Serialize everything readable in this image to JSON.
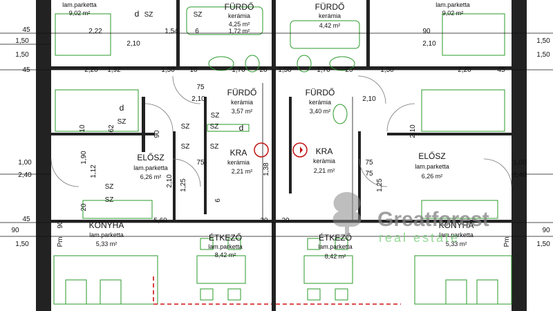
{
  "plan": {
    "rooms": [
      {
        "name": "FÜRDŐ",
        "floor": "kerámia",
        "area": "4,25 m²"
      },
      {
        "name": "FÜRDŐ",
        "floor": "kerámia",
        "area": "4,42 m²"
      },
      {
        "name": "FÜRDŐ",
        "floor": "kerámia",
        "area": "3,57 m²"
      },
      {
        "name": "FÜRDŐ",
        "floor": "kerámia",
        "area": "3,40 m²"
      },
      {
        "name": "ELŐSZ",
        "floor": "lam.parketta",
        "area": "6,26 m²"
      },
      {
        "name": "ELŐSZ",
        "floor": "lam.parketta",
        "area": "6,26 m²"
      },
      {
        "name": "KRA",
        "floor": "kerámia",
        "area": "2,21 m²"
      },
      {
        "name": "KRA",
        "floor": "kerámia",
        "area": "2,21 m²"
      },
      {
        "name": "KONYHA",
        "floor": "lam.parketta",
        "area": "5,33 m²"
      },
      {
        "name": "KONYHA",
        "floor": "lam.parketta",
        "area": "5,33 m²"
      },
      {
        "name": "ÉTKEZŐ",
        "floor": "lam.parketta",
        "area": "8,42 m²"
      },
      {
        "name": "ÉTKEZŐ",
        "floor": "lam.parketta",
        "area": "8,42 m²"
      }
    ],
    "partial_rooms": [
      {
        "floor": "lam.parketta",
        "area": "9,02 m²"
      },
      {
        "floor": "lam.parketta",
        "area": "9,02 m²"
      }
    ],
    "left_dims": [
      "45",
      "1,50",
      "1,50",
      "45",
      "1,00",
      "2,40",
      "45",
      "90",
      "1,50"
    ],
    "right_dims": [
      "1,50",
      "1,50",
      "1,00",
      "2,40",
      "90",
      "1,50"
    ],
    "inner_dims": [
      "2,22",
      "1,54",
      "6",
      "1,72 m²",
      "2,10",
      "90",
      "2,10",
      "2,20",
      "1,92",
      "1,50",
      "10",
      "1,70",
      "20",
      "1,50",
      "1,70",
      "20",
      "1,50",
      "2,20",
      "45",
      "75",
      "75",
      "2,10",
      "2,10",
      "10",
      "62",
      "1,90",
      "1,12",
      "20",
      "90",
      "2,10",
      "2,10",
      "75",
      "75",
      "5,60",
      "20",
      "20",
      "1,25",
      "1,25",
      "Pm",
      "Pm",
      "90",
      "6",
      "1,38"
    ],
    "symbols": [
      "d",
      "d",
      "d",
      "SZ",
      "SZ",
      "SZ",
      "SZ",
      "SZ",
      "SZ",
      "SZ",
      "SZ",
      "SZ",
      "SZ"
    ]
  },
  "watermark": {
    "title": "Greatforest",
    "subtitle": "real estate"
  }
}
